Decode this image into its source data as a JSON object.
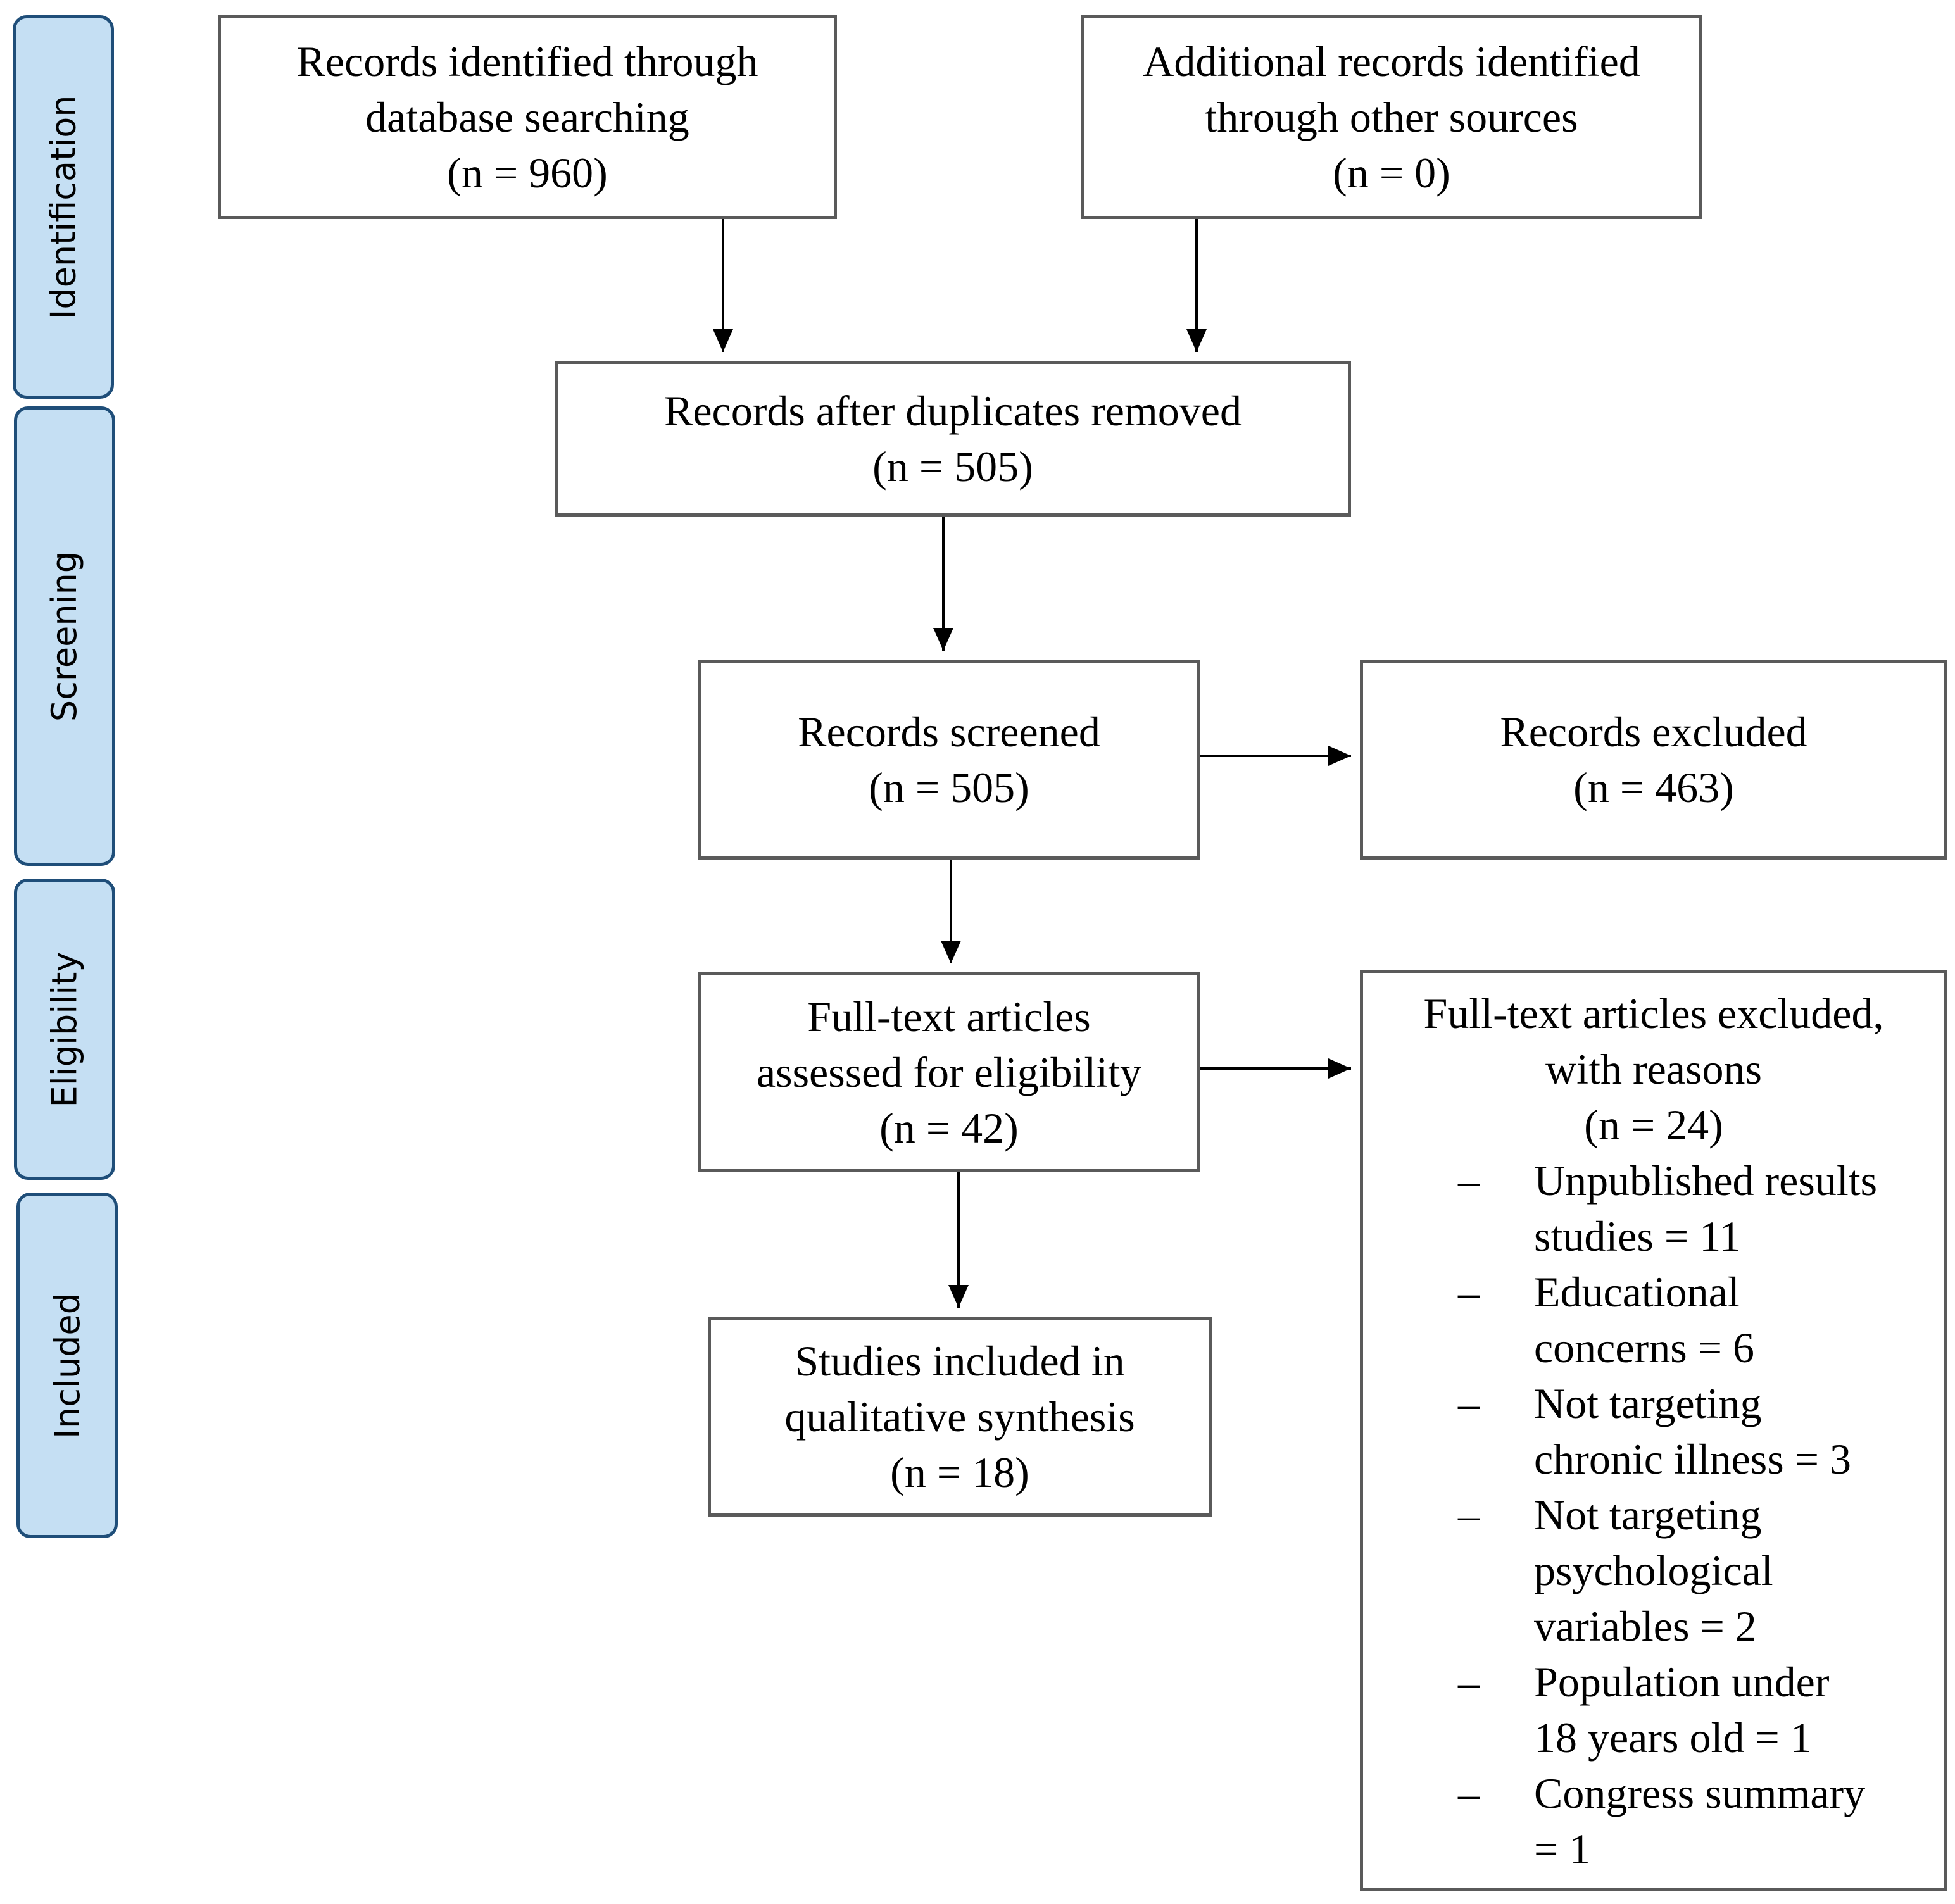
{
  "stages": {
    "identification": "Identification",
    "screening": "Screening",
    "eligibility": "Eligibility",
    "included": "Included"
  },
  "boxes": {
    "database": {
      "line1": "Records identified through",
      "line2": "database searching",
      "line3": "(n = 960)"
    },
    "other_sources": {
      "line1": "Additional records identified",
      "line2": "through other sources",
      "line3": "(n = 0)"
    },
    "duplicates_removed": {
      "line1": "Records after duplicates removed",
      "line2": "(n = 505)"
    },
    "screened": {
      "line1": "Records screened",
      "line2": "(n = 505)"
    },
    "excluded": {
      "line1": "Records excluded",
      "line2": "(n = 463)"
    },
    "full_text": {
      "line1": "Full-text articles",
      "line2": "assessed for eligibility",
      "line3": "(n = 42)"
    },
    "included": {
      "line1": "Studies included in",
      "line2": "qualitative synthesis",
      "line3": "(n = 18)"
    },
    "full_text_excluded": {
      "line1": "Full-text articles excluded,",
      "line2": "with reasons",
      "line3": "(n = 24)",
      "reasons": [
        {
          "dash": "–",
          "l1": "Unpublished results",
          "l2": "studies = 11"
        },
        {
          "dash": "–",
          "l1": "Educational",
          "l2": "concerns = 6"
        },
        {
          "dash": "–",
          "l1": "Not targeting",
          "l2": "chronic illness = 3"
        },
        {
          "dash": "–",
          "l1": "Not targeting",
          "l2": "psychological",
          "l3": "variables = 2"
        },
        {
          "dash": "–",
          "l1": "Population under",
          "l2": "18 years old = 1"
        },
        {
          "dash": "–",
          "l1": "Congress summary",
          "l2": "= 1"
        }
      ]
    }
  }
}
